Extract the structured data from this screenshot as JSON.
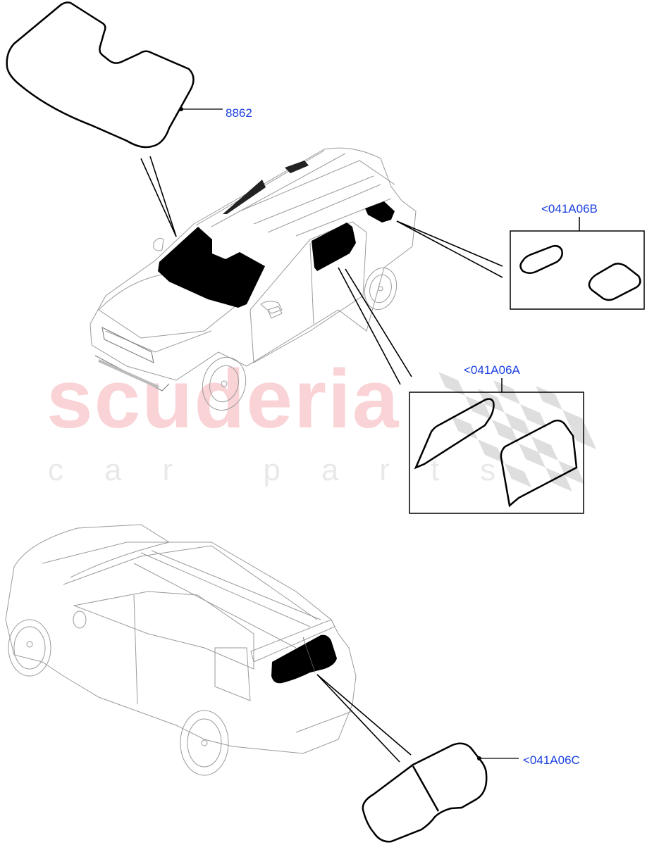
{
  "diagram": {
    "type": "exploded parts diagram",
    "subject": "Vehicle glass / glazing",
    "callouts": [
      {
        "id": "windscreen",
        "label": "8862"
      },
      {
        "id": "rear-quarter-glass",
        "label": "<041A06B"
      },
      {
        "id": "rear-door-glass",
        "label": "<041A06A"
      },
      {
        "id": "tailgate-glass",
        "label": "<041A06C"
      }
    ]
  },
  "watermark": {
    "brand": "scuderia",
    "tagline": "car parts",
    "brand_color": "#f9d3d6",
    "tagline_color": "#e9e9e9"
  },
  "colors": {
    "callout_text": "#1a3fe0",
    "outline": "#000000",
    "car_lines": "#9a9a9a",
    "checker": "#d9d9d9"
  }
}
